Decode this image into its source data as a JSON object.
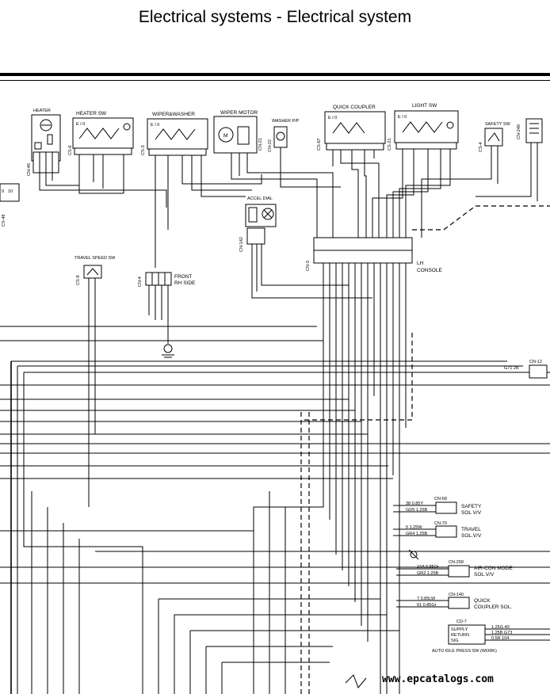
{
  "page": {
    "title": "Electrical systems - Electrical system",
    "watermark": "www.epcatalogs.com"
  },
  "components": {
    "heater": "HEATER",
    "heater_sw": "HEATER SW",
    "wiper_washer": "WIPER&WASHER",
    "wiper_motor": "WIPER MOTOR",
    "washer_pp": "WASHER P/P",
    "quick_coupler": "QUICK COUPLER",
    "light_sw": "LIGHT SW",
    "safety_sw": "SAFETY SW",
    "accel_dial": "ACCEL DIAL",
    "travel_speed_sw": "TRAVEL SPEED SW",
    "front_rh_side_1": "FRONT",
    "front_rh_side_2": "RH SIDE",
    "lh_console_1": "LH",
    "lh_console_2": "CONSOLE",
    "safety_sol_1": "SAFETY",
    "safety_sol_2": "SOL V/V",
    "travel_sol_1": "TRAVEL",
    "travel_sol_2": "SOL.V/V",
    "aircon_sol_1": "AIR-CON MODE",
    "aircon_sol_2": "SOL.V/V",
    "qc_sol_1": "QUICK",
    "qc_sol_2": "COUPLER SOL.",
    "auto_idle": "AUTO IDLE PRESS SW (WORK)"
  },
  "connectors": {
    "cn46": "CN-46",
    "cs46": "CS-46",
    "cs6": "CS-6",
    "cs3": "CS-3",
    "cn21": "CN-21",
    "cn22": "CN-22",
    "cs67": "CS-67",
    "cs21": "CS-21",
    "cs4": "CS-4",
    "cn240": "CN-240",
    "cn142": "CN-142",
    "cs8": "CS-8",
    "cn4": "CN-4",
    "cn3": "CN-3",
    "cn12": "CN-12",
    "cn68": "CN-68",
    "cn70": "CN-70",
    "cn258": "CN-258",
    "cn140": "CN-140",
    "cd7": "CD-7"
  },
  "solenoid_wires": {
    "safety": [
      "38  0.85Y",
      "GD5  1.25B"
    ],
    "travel": [
      "5  1.25W",
      "GR4  1.25B"
    ],
    "aircon": [
      "24A  0.85Or",
      "GR2  1.25B"
    ],
    "qc": [
      "7  0.85LW",
      "61  0.85Gr"
    ],
    "cn12": [
      "G71  2B"
    ]
  },
  "cd7_pins": {
    "supply": "SUPPLY",
    "return": "RETURN",
    "sig": "SIG",
    "wire_a": "1.25G  40",
    "wire_b": "1.25B  G73",
    "wire_c": "0.5R  104"
  },
  "switch_pos": {
    "heater": "E I 0",
    "wiper": "E I 0",
    "qc": "E I 0",
    "light": "E I 0"
  }
}
